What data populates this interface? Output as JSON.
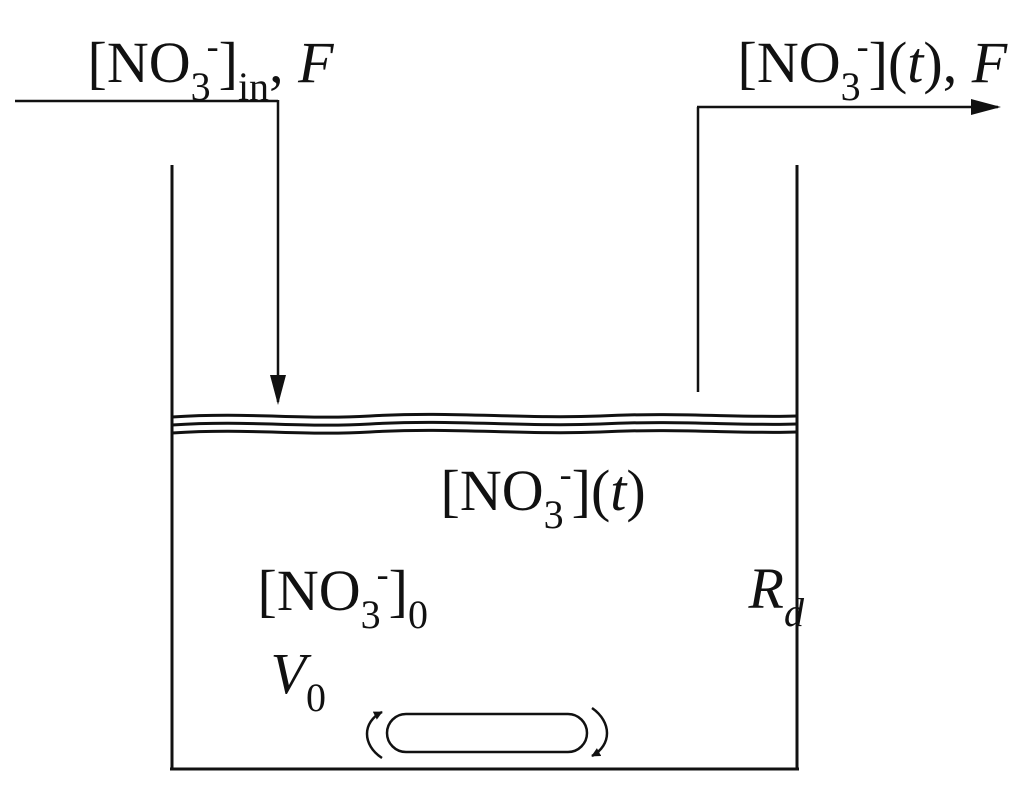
{
  "inlet": {
    "open_bracket": "[",
    "species": "NO",
    "species_subscript": "3",
    "charge": "-",
    "close_bracket": "]",
    "subscript": "in",
    "separator": ", ",
    "flow_symbol": "F"
  },
  "outlet": {
    "open_bracket": "[",
    "species": "NO",
    "species_subscript": "3",
    "charge": "-",
    "close_bracket": "]",
    "open_paren": "(",
    "time_symbol": "t",
    "close_paren": ")",
    "separator": ", ",
    "flow_symbol": "F"
  },
  "tank_concentration": {
    "open_bracket": "[",
    "species": "NO",
    "species_subscript": "3",
    "charge": "-",
    "close_bracket": "]",
    "open_paren": "(",
    "time_symbol": "t",
    "close_paren": ")"
  },
  "initial_concentration": {
    "open_bracket": "[",
    "species": "NO",
    "species_subscript": "3",
    "charge": "-",
    "close_bracket": "]",
    "subscript": "0"
  },
  "initial_volume": {
    "symbol": "V",
    "subscript": "0"
  },
  "rate": {
    "symbol": "R",
    "subscript": "d"
  },
  "colors": {
    "ink": "#111111",
    "background": "#ffffff"
  }
}
